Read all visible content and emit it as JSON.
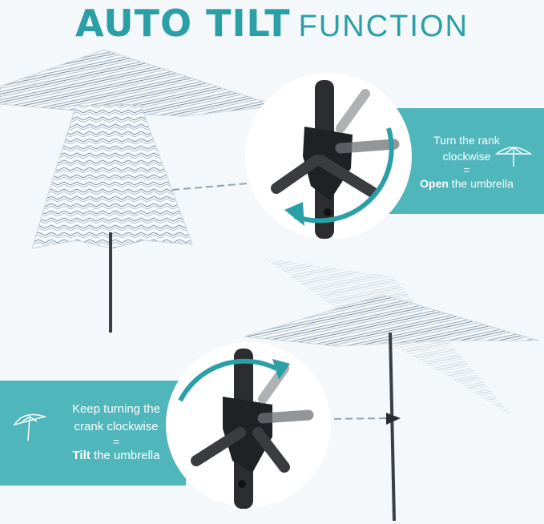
{
  "headline": {
    "bold": "AUTO TILT",
    "light": "FUNCTION"
  },
  "step_open": {
    "line1": "Turn the rank",
    "line2": "clockwise",
    "equals": "=",
    "emphasis": "Open",
    "rest": " the umbrella"
  },
  "step_tilt": {
    "line1": "Keep turning the",
    "line2": "crank clockwise",
    "equals": "=",
    "emphasis": "Tilt",
    "rest": " the umbrella"
  },
  "colors": {
    "accent": "#2aa0a6",
    "band": "#4fb6bb",
    "pole": "#2b2d31",
    "background": "#f4f8fa"
  }
}
